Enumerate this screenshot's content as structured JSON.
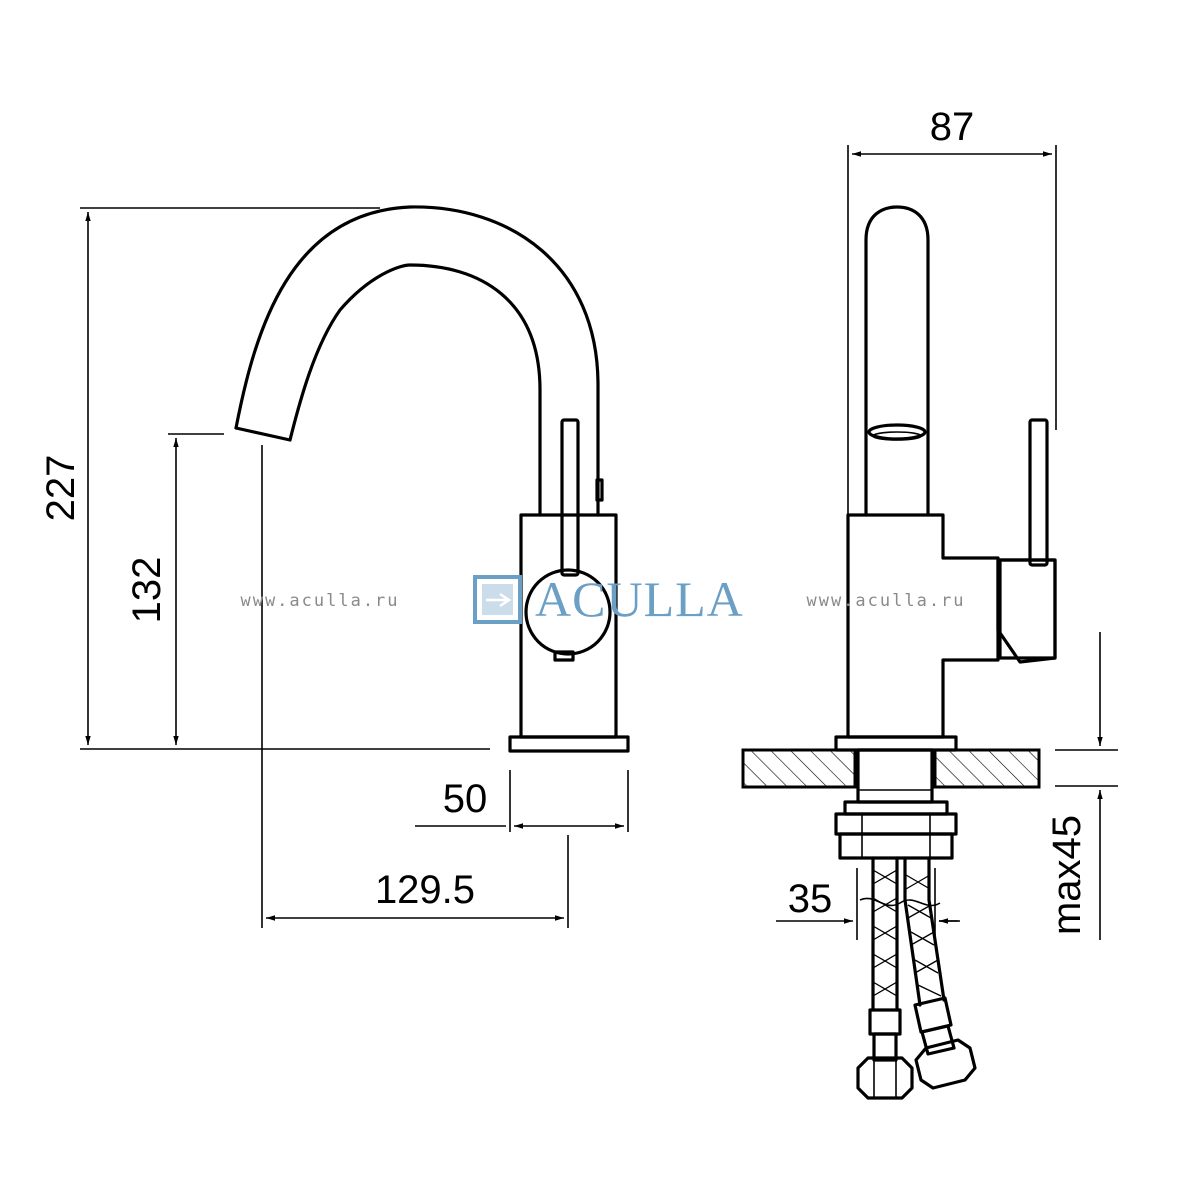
{
  "dimensions": {
    "total_height": "227",
    "spout_height": "132",
    "width_side": "87",
    "base_diameter": "50",
    "spout_reach": "129.5",
    "hose_diameter": "35",
    "max_counter_thickness": "max45"
  },
  "watermark": {
    "url_left": "www.aculla.ru",
    "url_right": "www.aculla.ru",
    "brand": "ACULLA"
  },
  "colors": {
    "line": "#000000",
    "watermark_text": "#8a8a8a",
    "brand": "#6b9fc6"
  }
}
